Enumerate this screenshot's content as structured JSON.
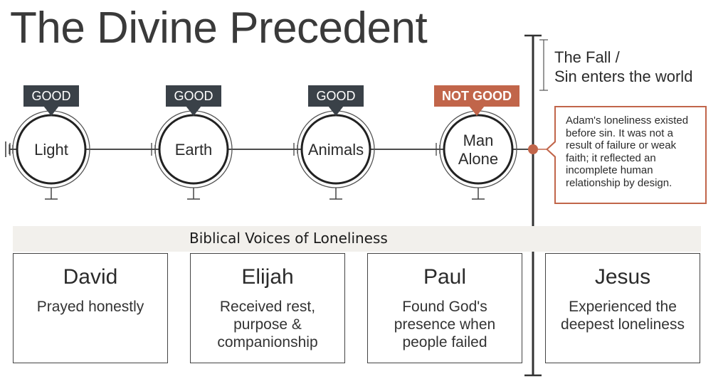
{
  "title": "The Divine Precedent",
  "timeline": {
    "nodes": [
      {
        "label": "Light",
        "badge": "GOOD",
        "status": "good"
      },
      {
        "label": "Earth",
        "badge": "GOOD",
        "status": "good"
      },
      {
        "label": "Animals",
        "badge": "GOOD",
        "status": "good"
      },
      {
        "label": "Man Alone",
        "badge": "NOT GOOD",
        "status": "not-good"
      }
    ],
    "fall": "The Fall / Sin enters the world",
    "fall_lines": [
      "The Fall /",
      "Sin enters the world"
    ],
    "callout": "Adam's loneliness existed before sin. It was not a result of failure or weak faith; it reflected an incomplete human relationship by design."
  },
  "banner": "Biblical Voices of Loneliness",
  "voices": [
    {
      "name": "David",
      "desc": "Prayed honestly"
    },
    {
      "name": "Elijah",
      "desc": "Received rest, purpose & companionship"
    },
    {
      "name": "Paul",
      "desc": "Found God's presence when people failed"
    },
    {
      "name": "Jesus",
      "desc": "Experienced the deepest loneliness"
    }
  ],
  "colors": {
    "good_badge": "#3a4148",
    "not_good_badge": "#c1654a",
    "accent": "#c1654a",
    "line": "#333333",
    "banner_bg": "#f2f0ec"
  }
}
